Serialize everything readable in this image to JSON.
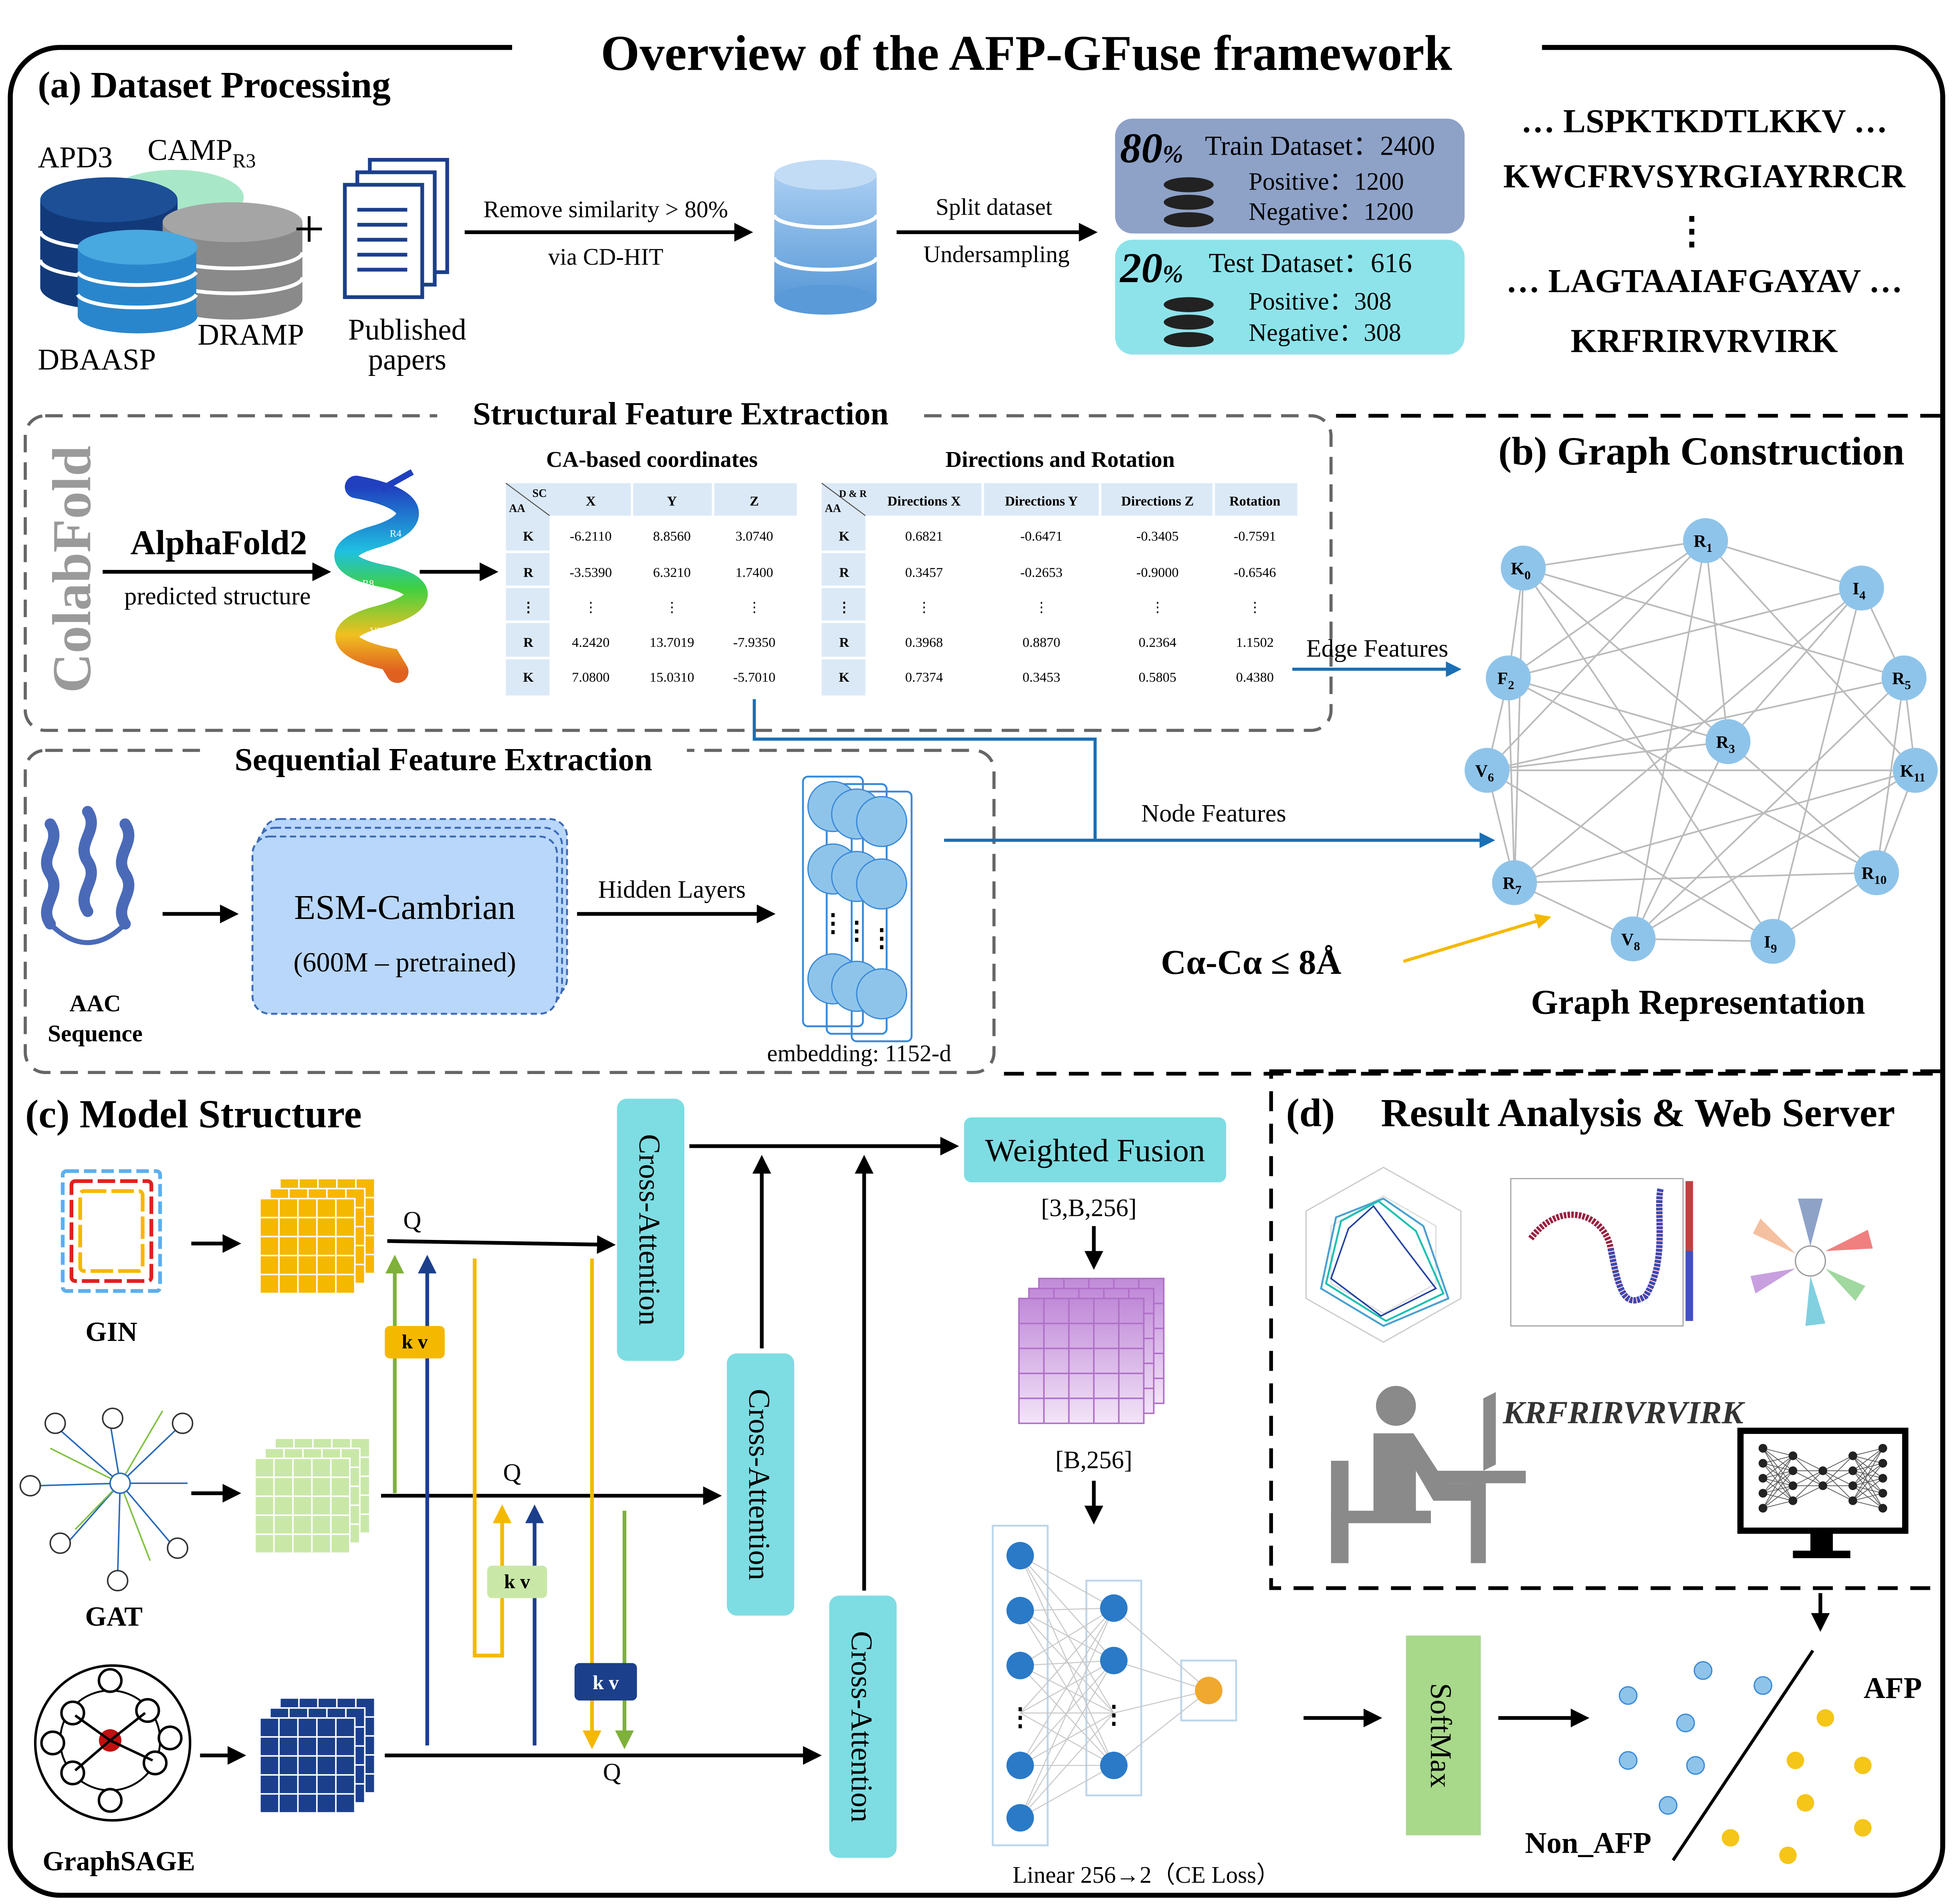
{
  "title": "Overview of the AFP-GFuse framework",
  "sections": {
    "a": "(a) Dataset Processing",
    "b": "(b) Graph Construction",
    "c": "(c) Model Structure",
    "d": "(d)",
    "d_title": "Result Analysis & Web Server"
  },
  "datasets": {
    "apd3": "APD3",
    "camp": "CAMP",
    "camp_sub": "R3",
    "dbaasp": "DBAASP",
    "dramp": "DRAMP",
    "plus": "+",
    "published_1": "Published",
    "published_2": "papers"
  },
  "processing": {
    "remove": "Remove similarity > 80%",
    "via": "via CD-HIT",
    "split": "Split dataset",
    "under": "Undersampling"
  },
  "train": {
    "pct": "80",
    "pct_sym": "%",
    "label": "Train Dataset：2400",
    "pos": "Positive：1200",
    "neg": "Negative：1200"
  },
  "test": {
    "pct": "20",
    "pct_sym": "%",
    "label": "Test Dataset：616",
    "pos": "Positive：308",
    "neg": "Negative：308"
  },
  "sequences": {
    "s1": "… LSPKTKDTLKKV …",
    "s2": "KWCFRVSYRGIAYRRCR",
    "dots": "⋮",
    "s3": "… LAGTAAIAFGAYAV …",
    "s4": "KRFRIRVRVIRK"
  },
  "structural": {
    "title": "Structural Feature Extraction",
    "colabfold": "ColabFold",
    "alphafold": "AlphaFold2",
    "predicted": "predicted structure",
    "coords_title": "CA-based coordinates",
    "dirs_title": "Directions and Rotation",
    "sc": "SC",
    "aa": "AA",
    "dr": "D & R",
    "coord_cols": [
      "X",
      "Y",
      "Z"
    ],
    "dir_cols": [
      "Directions X",
      "Directions Y",
      "Directions Z",
      "Rotation"
    ],
    "rows": [
      {
        "aa": "K",
        "c": [
          "-6.2110",
          "8.8560",
          "3.0740"
        ],
        "d": [
          "0.6821",
          "-0.6471",
          "-0.3405",
          "-0.7591"
        ]
      },
      {
        "aa": "R",
        "c": [
          "-3.5390",
          "6.3210",
          "1.7400"
        ],
        "d": [
          "0.3457",
          "-0.2653",
          "-0.9000",
          "-0.6546"
        ]
      },
      {
        "aa": "⋮",
        "c": [
          "⋮",
          "⋮",
          "⋮"
        ],
        "d": [
          "⋮",
          "⋮",
          "⋮",
          "⋮"
        ]
      },
      {
        "aa": "R",
        "c": [
          "4.2420",
          "13.7019",
          "-7.9350"
        ],
        "d": [
          "0.3968",
          "0.8870",
          "0.2364",
          "1.1502"
        ]
      },
      {
        "aa": "K",
        "c": [
          "7.0800",
          "15.0310",
          "-5.7010"
        ],
        "d": [
          "0.7374",
          "0.3453",
          "0.5805",
          "0.4380"
        ]
      }
    ],
    "helix_labels": [
      "R4",
      "I5",
      "R8",
      "V9"
    ],
    "edge_features": "Edge Features"
  },
  "sequential": {
    "title": "Sequential Feature Extraction",
    "aac1": "AAC",
    "aac2": "Sequence",
    "esm": "ESM-Cambrian",
    "esm_sub": "(600M – pretrained)",
    "hidden": "Hidden  Layers",
    "embedding": "embedding: 1152-d",
    "node_features": "Node Features"
  },
  "graph": {
    "nodes": [
      {
        "l": "K",
        "s": "0"
      },
      {
        "l": "R",
        "s": "1"
      },
      {
        "l": "F",
        "s": "2"
      },
      {
        "l": "R",
        "s": "3"
      },
      {
        "l": "I",
        "s": "4"
      },
      {
        "l": "R",
        "s": "5"
      },
      {
        "l": "V",
        "s": "6"
      },
      {
        "l": "R",
        "s": "7"
      },
      {
        "l": "V",
        "s": "8"
      },
      {
        "l": "I",
        "s": "9"
      },
      {
        "l": "R",
        "s": "10"
      },
      {
        "l": "K",
        "s": "11"
      }
    ],
    "threshold": "Cα-Cα ≤ 8Å",
    "representation": "Graph Representation"
  },
  "model": {
    "gin": "GIN",
    "gat": "GAT",
    "sage": "GraphSAGE",
    "q": "Q",
    "kv": "k v",
    "cross": "Cross-Attention",
    "fusion": "Weighted Fusion",
    "dim1": "[3,B,256]",
    "dim2": "[B,256]",
    "linear": "Linear 256→2（CE Loss）",
    "softmax": "SoftMax",
    "afp": "AFP",
    "non_afp": "Non_AFP",
    "dots": "⋮"
  },
  "results": {
    "kr_seq": "KRFRIRVRVIRK"
  },
  "colors": {
    "train_box": "#8ea2c8",
    "test_box": "#8ee3ea",
    "cross_att": "#7ddde3",
    "esm": "#b9d7fa",
    "softmax": "#a8d88a",
    "gin_grid": "#f5b800",
    "gat_grid": "#c9e8a8",
    "sage_grid": "#1c3f8c",
    "node": "#8fc4ea",
    "afp_dot": "#f5c518",
    "yellow_line": "#f5b800",
    "green_line": "#7fb03a",
    "navy_line": "#1c3f8c",
    "blue_line": "#1a6fb5"
  }
}
